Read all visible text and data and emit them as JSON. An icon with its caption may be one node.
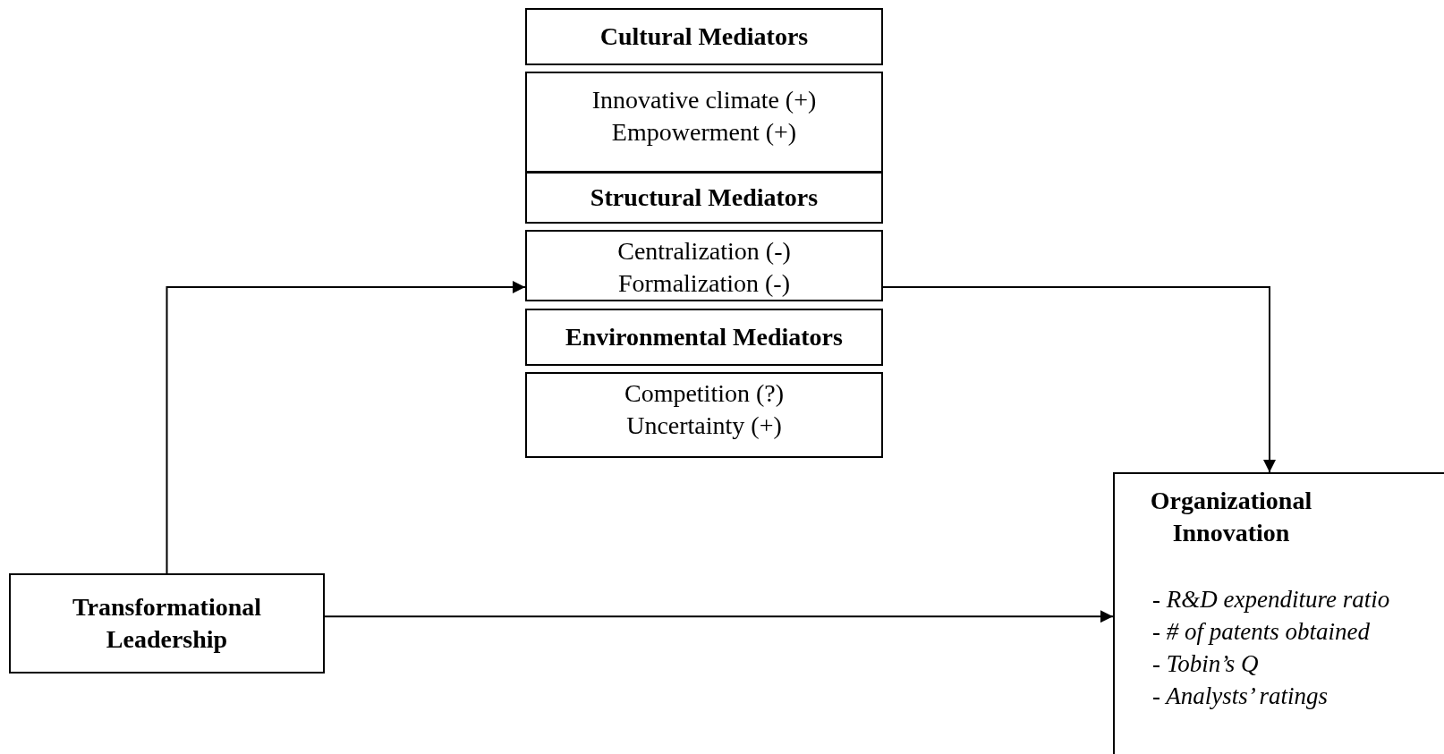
{
  "diagram": {
    "nodes": [
      {
        "text": [
          "Cultural Mediators"
        ]
      },
      {
        "text": [
          "Innovative climate (+)",
          "Empowerment (+)"
        ]
      },
      {
        "text": [
          "Structural Mediators"
        ]
      },
      {
        "text": [
          "Centralization (-)",
          "Formalization (-)"
        ]
      },
      {
        "text": [
          "Environmental Mediators"
        ]
      },
      {
        "text": [
          "Competition (?)",
          "Uncertainty (+)"
        ]
      },
      {
        "text": [
          "Transformational Leadership"
        ]
      },
      {
        "text": [
          "Organizational Innovation",
          "- R&D expenditure ratio",
          "- # of patents obtained",
          "- Tobin’s Q",
          "- Analysts’ ratings"
        ]
      }
    ],
    "edges": [
      {
        "from": 6,
        "to": 3,
        "arrow": "to"
      },
      {
        "from": 3,
        "to": 7,
        "arrow": "to"
      },
      {
        "from": 6,
        "to": 7,
        "arrow": "to"
      }
    ]
  }
}
